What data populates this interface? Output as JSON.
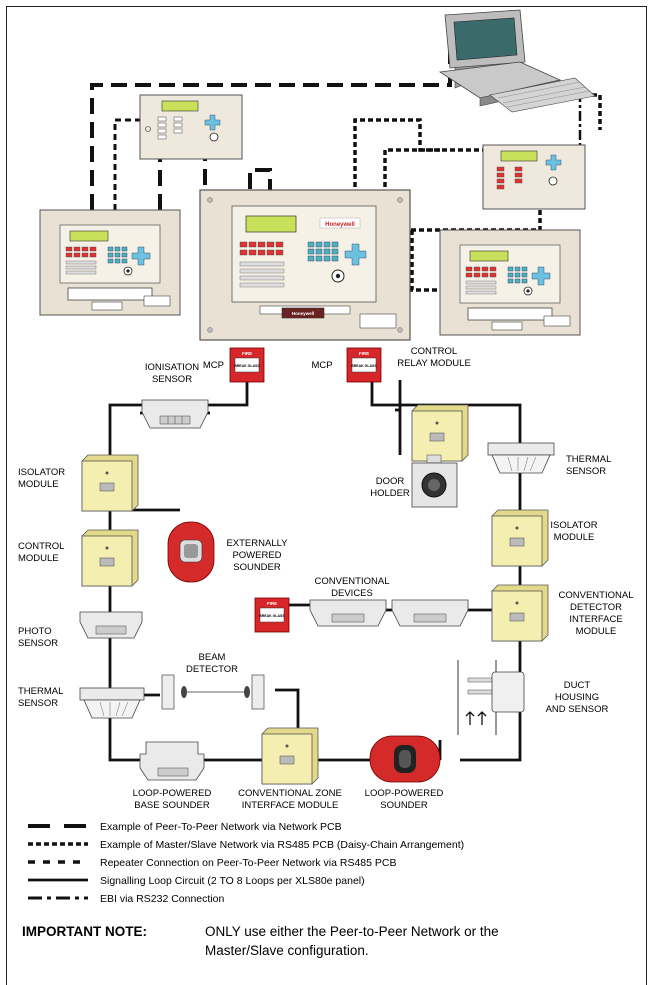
{
  "labels": {
    "ionisation_sensor": [
      "IONISATION",
      "SENSOR"
    ],
    "mcp_left": "MCP",
    "mcp_right": "MCP",
    "control_relay_module": [
      "CONTROL",
      "RELAY MODULE"
    ],
    "isolator_module_left": [
      "ISOLATOR",
      "MODULE"
    ],
    "thermal_sensor_right": [
      "THERMAL",
      "SENSOR"
    ],
    "door_holder": [
      "DOOR",
      "HOLDER"
    ],
    "control_module": [
      "CONTROL",
      "MODULE"
    ],
    "externally_powered_sounder": [
      "EXTERNALLY",
      "POWERED",
      "SOUNDER"
    ],
    "isolator_module_right": [
      "ISOLATOR",
      "MODULE"
    ],
    "conventional_devices": [
      "CONVENTIONAL",
      "DEVICES"
    ],
    "conventional_detector_interface": [
      "CONVENTIONAL",
      "DETECTOR",
      "INTERFACE",
      "MODULE"
    ],
    "photo_sensor": [
      "PHOTO",
      "SENSOR"
    ],
    "beam_detector": [
      "BEAM",
      "DETECTOR"
    ],
    "thermal_sensor_left": [
      "THERMAL",
      "SENSOR"
    ],
    "duct_housing": [
      "DUCT",
      "HOUSING",
      "AND SENSOR"
    ],
    "loop_powered_base_sounder": [
      "LOOP-POWERED",
      "BASE SOUNDER"
    ],
    "conventional_zone_interface": [
      "CONVENTIONAL ZONE",
      "INTERFACE MODULE"
    ],
    "loop_powered_sounder": [
      "LOOP-POWERED",
      "SOUNDER"
    ]
  },
  "device_text": {
    "fire": "FIRE",
    "break_glass": "BREAK GLASS",
    "brand": "Honeywell"
  },
  "legend": [
    "Example of Peer-To-Peer Network via Network PCB",
    "Example of Master/Slave Network via RS485 PCB (Daisy-Chain Arrangement)",
    "Repeater Connection on Peer-To-Peer Network via RS485 PCB",
    "Signalling Loop Circuit (2 TO 8 Loops per XLS80e panel)",
    "EBI via RS232 Connection"
  ],
  "note": {
    "heading": "IMPORTANT NOTE:",
    "lines": [
      "ONLY use either the Peer-to-Peer Network or the",
      "Master/Slave configuration."
    ]
  },
  "colors": {
    "panel": "#efe8dc",
    "module_yellow": "#f4eeb0",
    "mcp_red": "#d7262a",
    "sounder_red": "#d42a2a",
    "lcd": "#c8e05a",
    "screen": "#3a6a6a"
  }
}
